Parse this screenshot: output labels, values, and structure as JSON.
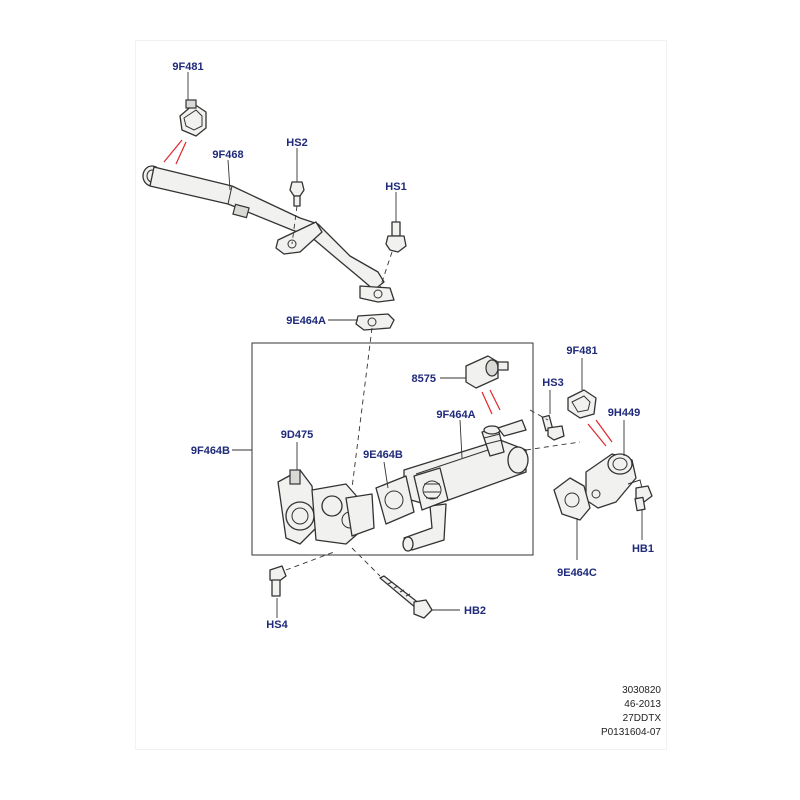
{
  "colors": {
    "label": "#1f2a7a",
    "arrow": "#e0262b",
    "outline": "#333333"
  },
  "labels": {
    "clip_top": "9F481",
    "egr_tube": "9F468",
    "hs2": "HS2",
    "hs1": "HS1",
    "gasket_top": "9E464A",
    "module": "9F464B",
    "sensor": "8575",
    "hs3": "HS3",
    "clip_right": "9F481",
    "elbow": "9H449",
    "cooler": "9F464A",
    "valve": "9D475",
    "gasket_mid": "9E464B",
    "hs4": "HS4",
    "hb2": "HB2",
    "gasket_right": "9E464C",
    "hb1": "HB1"
  },
  "reference": {
    "line1": "3030820",
    "line2": "46-2013",
    "line3": "27DDTX",
    "line4": "P0131604-07"
  }
}
